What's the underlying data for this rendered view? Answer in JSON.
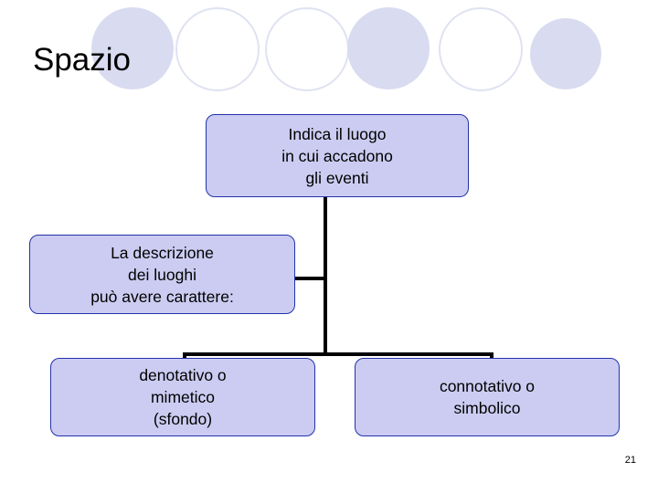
{
  "slide": {
    "title": "Spazio",
    "page_number": "21",
    "accent_fill": "#d9dcf0",
    "node_fill": "#ccccf2",
    "node_border": "#2233aa",
    "nodes": [
      {
        "id": "luogo",
        "text": "Indica il luogo\nin cui accadono\ngli eventi"
      },
      {
        "id": "descrizione",
        "text": "La descrizione\ndei luoghi\npuò avere carattere:"
      },
      {
        "id": "denotativo",
        "text": "denotativo o\nmimetico\n(sfondo)"
      },
      {
        "id": "connotativo",
        "text": "connotativo o\nsimbolico"
      }
    ]
  }
}
